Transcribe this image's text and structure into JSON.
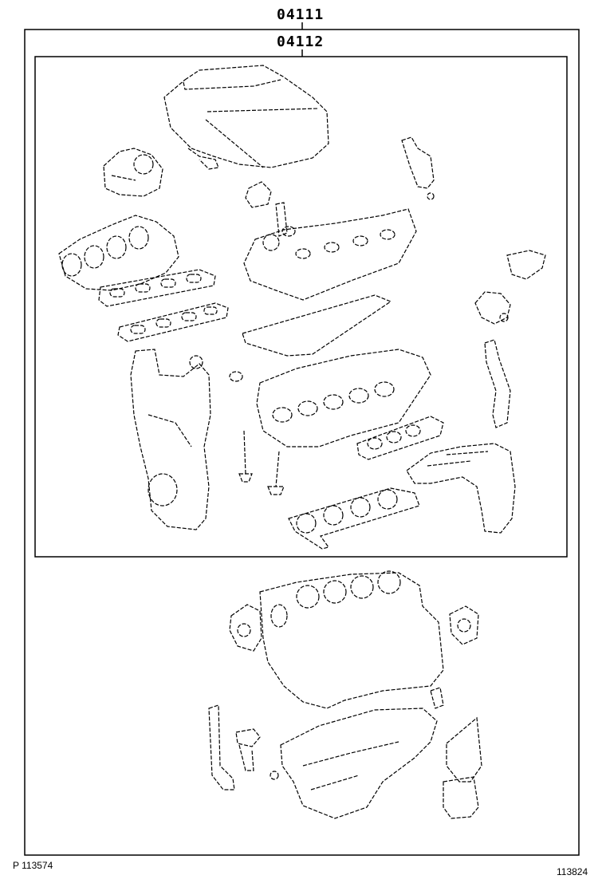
{
  "diagram": {
    "group_codes": {
      "outer": "04111",
      "inner": "04112"
    },
    "footer": {
      "left_code": "P 113574",
      "right_code": "113824"
    }
  }
}
